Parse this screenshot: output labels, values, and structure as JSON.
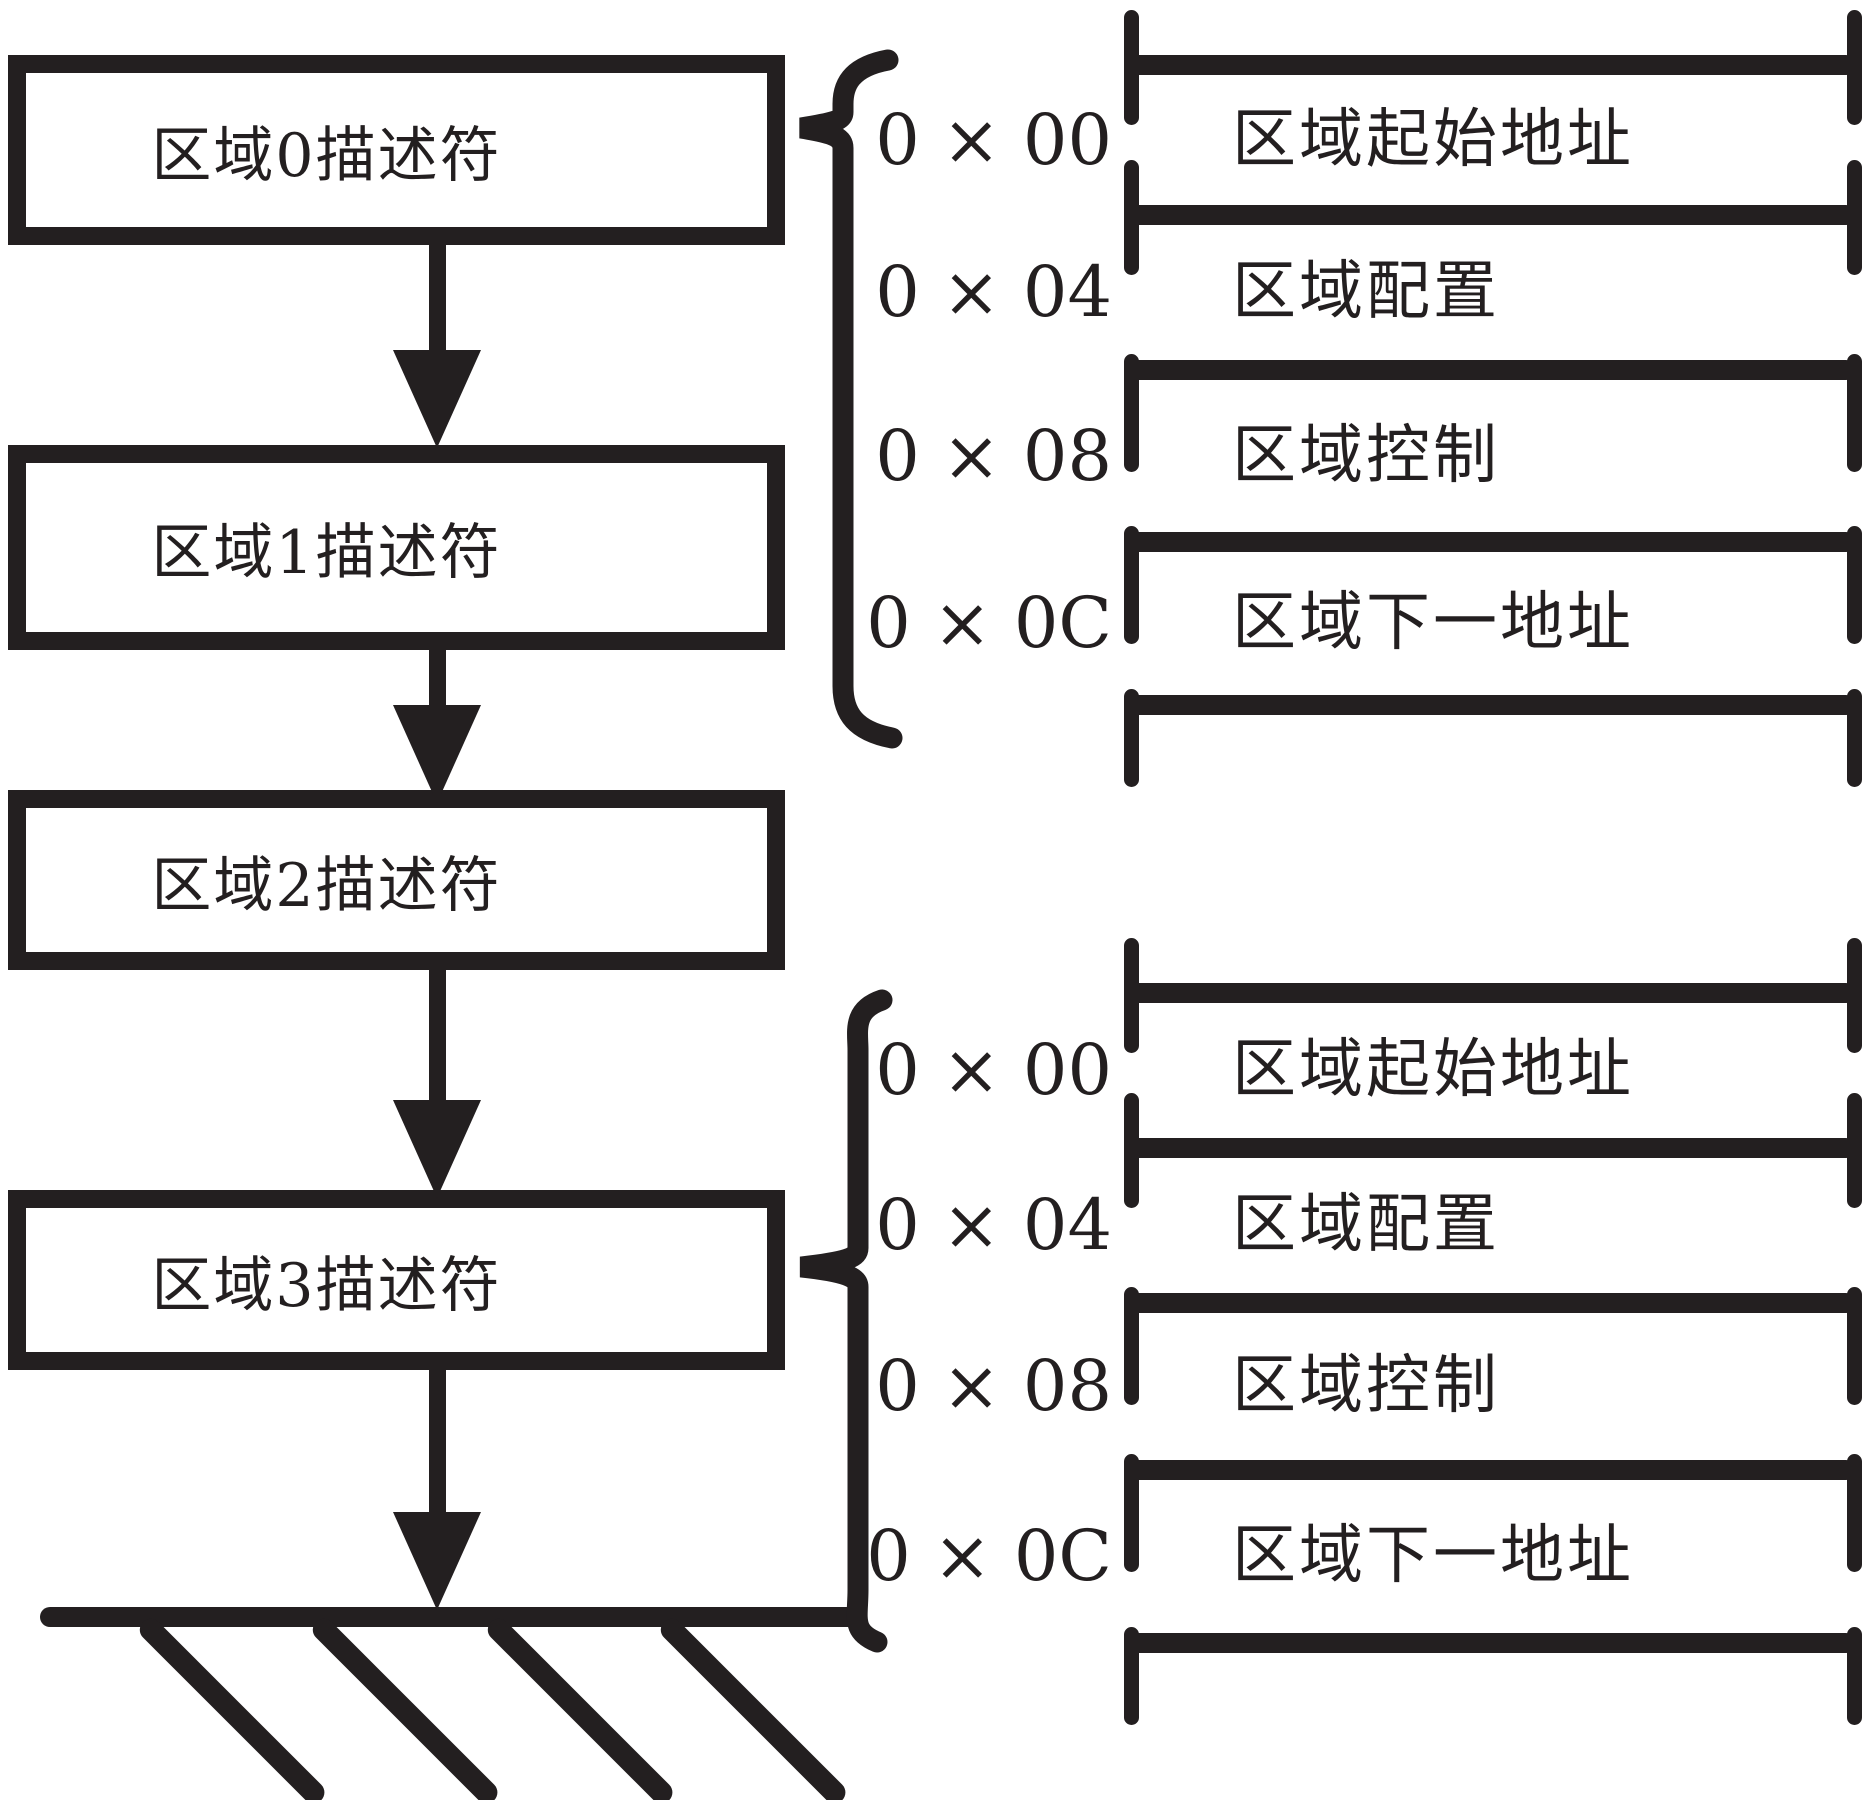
{
  "diagram": {
    "colors": {
      "ink": "#231f20",
      "background": "#ffffff"
    },
    "boxes": [
      {
        "label": "区域0描述符"
      },
      {
        "label": "区域1描述符"
      },
      {
        "label": "区域2描述符"
      },
      {
        "label": "区域3描述符"
      }
    ],
    "groups": [
      {
        "rows": [
          {
            "offset": "0 × 00",
            "label": "区域起始地址"
          },
          {
            "offset": "0 × 04",
            "label": "区域配置"
          },
          {
            "offset": "0 × 08",
            "label": "区域控制"
          },
          {
            "offset": "0 × 0C",
            "label": "区域下一地址"
          }
        ]
      },
      {
        "rows": [
          {
            "offset": "0 × 00",
            "label": "区域起始地址"
          },
          {
            "offset": "0 × 04",
            "label": "区域配置"
          },
          {
            "offset": "0 × 08",
            "label": "区域控制"
          },
          {
            "offset": "0 × 0C",
            "label": "区域下一地址"
          }
        ]
      }
    ]
  }
}
